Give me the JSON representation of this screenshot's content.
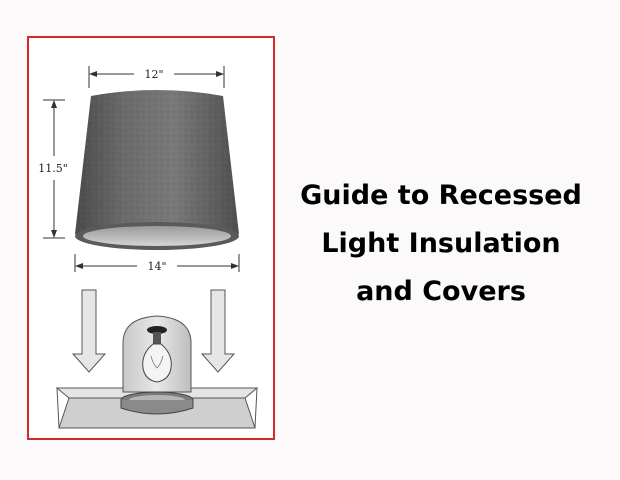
{
  "diagram": {
    "dimensions": {
      "top_diameter": "12\"",
      "height": "11.5\"",
      "bottom_diameter": "14\""
    },
    "frame_color": "#d62828"
  },
  "title": {
    "lines": [
      "Guide to Recessed",
      "Light Insulation",
      "and Covers"
    ]
  }
}
